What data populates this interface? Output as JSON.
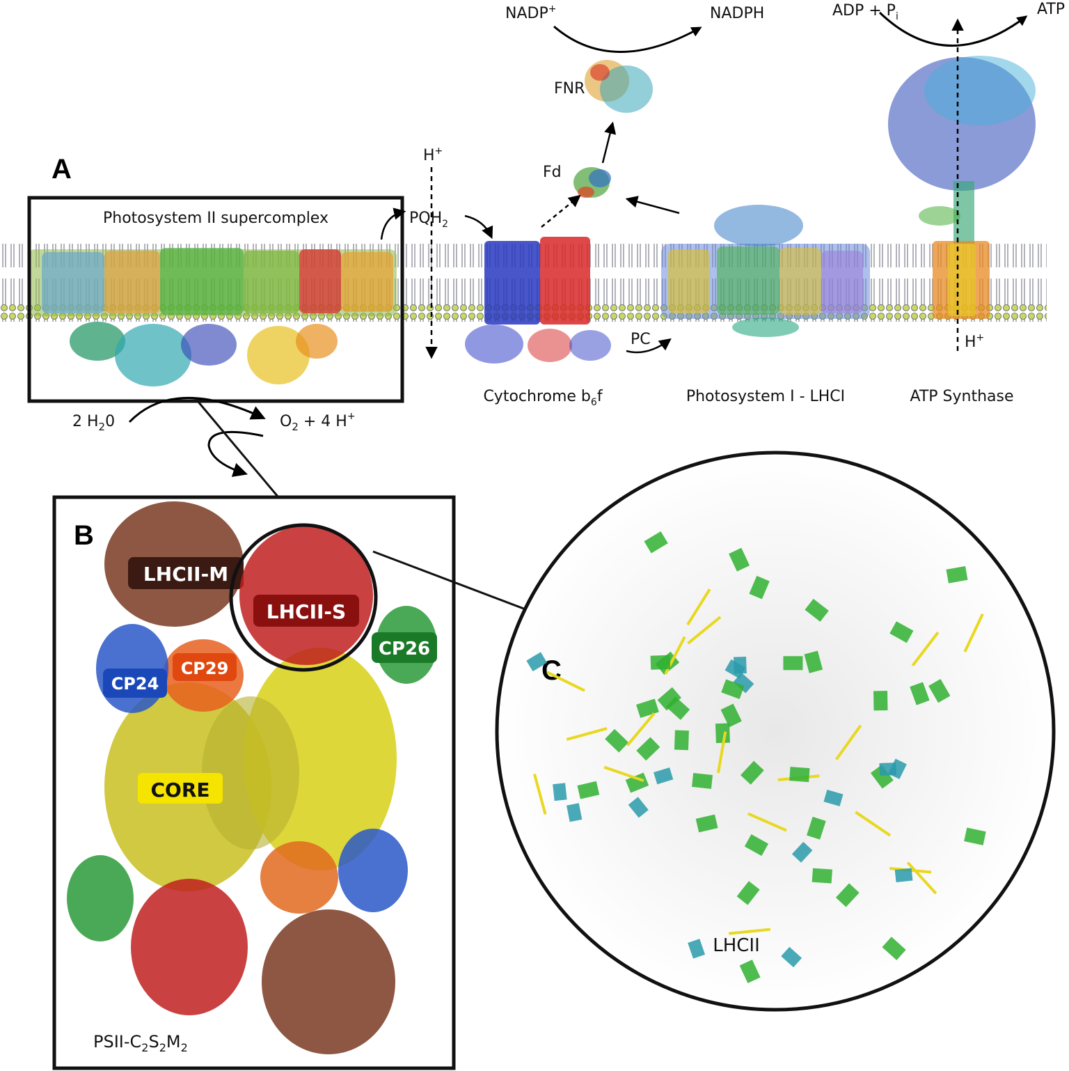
{
  "colors": {
    "membrane": "#e8f0c8",
    "lipid_head": "#c8d864",
    "lhcii_m": "#5a2a1a",
    "lhcii_s": "#b01818",
    "cp26": "#1e8a2a",
    "cp29": "#e05010",
    "cp24": "#2050c0",
    "core": "#d8d000",
    "chl_green": "#2fb02f",
    "chl_cyan": "#2a9aaa",
    "carotenoid": "#e8d820"
  },
  "panel_a": {
    "letter": "A",
    "box_label": "Photosystem II supercomplex",
    "water": "2 H",
    "water_sub": "2",
    "water_tail": "0",
    "oxygen": "O",
    "oxygen_sub": "2",
    "oxygen_tail": " + 4 H",
    "oxygen_sup": "+",
    "proton_top": "H",
    "proton_top_sup": "+",
    "pqh2": "PQH",
    "pqh2_sub": "2",
    "fd": "Fd",
    "fnr": "FNR",
    "nadp": "NADP",
    "nadp_sup": "+",
    "nadph": "NADPH",
    "adp": "ADP + P",
    "adp_sub": "i",
    "atp": "ATP",
    "pc": "PC",
    "proton_bottom": "H",
    "proton_bottom_sup": "+",
    "cytb6f": "Cytochrome b",
    "cytb6f_sub": "6",
    "cytb6f_tail": "f",
    "psi": "Photosystem I - LHCI",
    "atp_synthase": "ATP Synthase"
  },
  "panel_b": {
    "letter": "B",
    "labels": {
      "lhcii_m": "LHCII-M",
      "lhcii_s": "LHCII-S",
      "cp26": "CP26",
      "cp29": "CP29",
      "cp24": "CP24",
      "core": "CORE"
    },
    "caption_parts": [
      "PSII-C",
      "2",
      "S",
      "2",
      "M",
      "2"
    ]
  },
  "panel_c": {
    "letter": "C",
    "label": "LHCII"
  }
}
